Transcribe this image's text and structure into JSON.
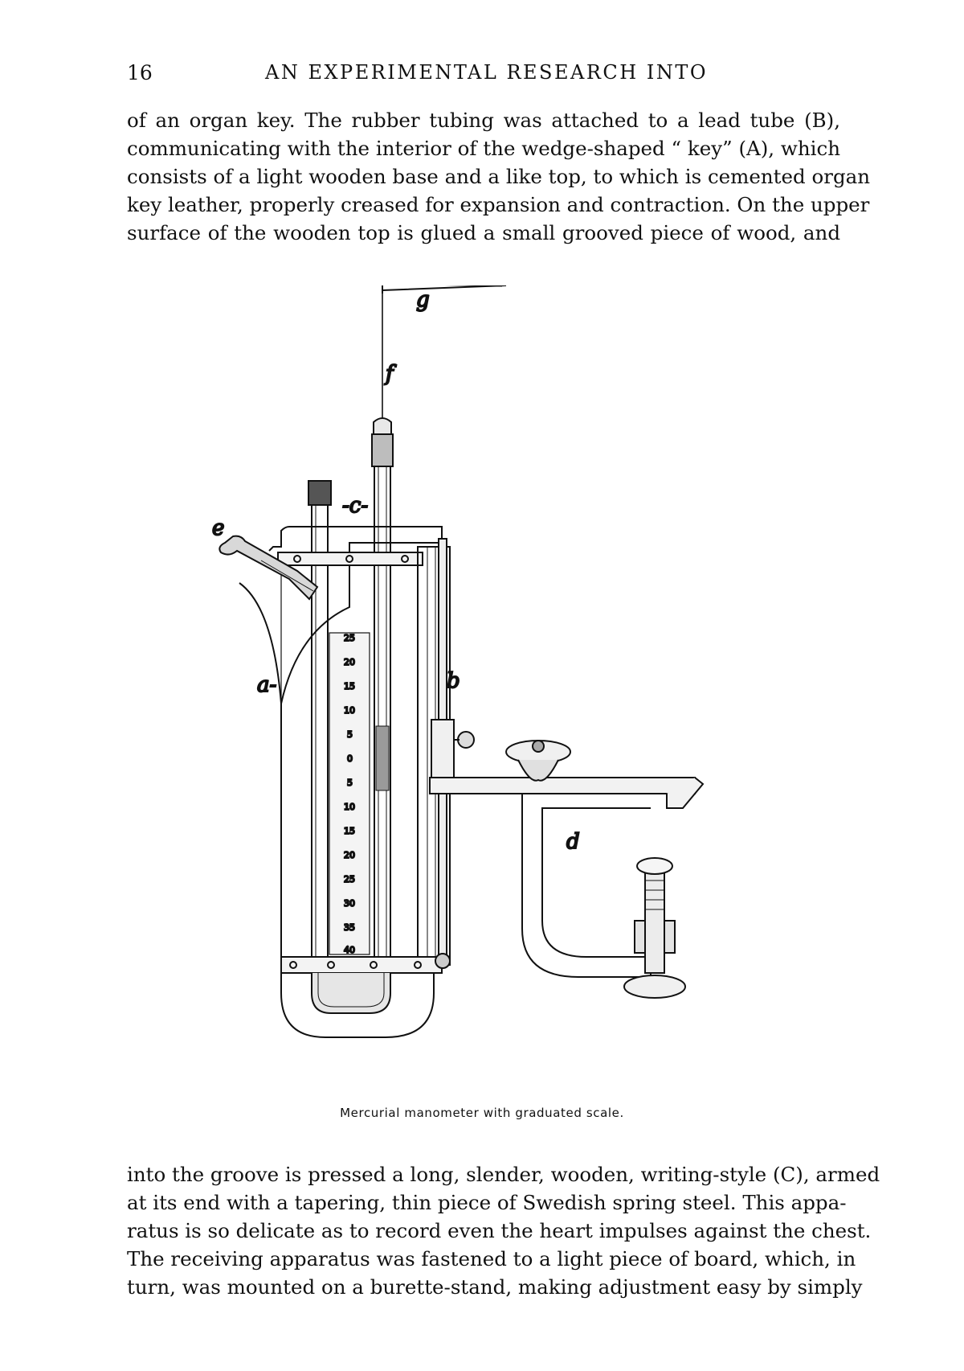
{
  "header": {
    "page_number": "16",
    "running_head": "AN EXPERIMENTAL RESEARCH INTO"
  },
  "paragraph_top": [
    "of an organ key.  The rubber tubing was attached to a lead tube (B),",
    "communicating with the interior of the wedge-shaped “ key” (A), which",
    "consists of a light wooden base and a like top, to which is cemented organ",
    "key leather, properly creased for expansion and contraction.  On the upper",
    "surface of the wooden top is glued a small grooved piece of wood, and"
  ],
  "figure": {
    "labels": {
      "g": "g",
      "f": "f",
      "c": "-c-",
      "e": "e",
      "a": "a-",
      "b": "b",
      "d": "d"
    },
    "scale_marks": [
      "25",
      "20",
      "15",
      "10",
      "5",
      "0",
      "5",
      "10",
      "15",
      "20",
      "25",
      "30",
      "35",
      "40"
    ],
    "caption": "Mercurial manometer with graduated scale."
  },
  "paragraph_bottom": [
    "into the groove is pressed a long, slender, wooden, writing-style (C), armed",
    "at its end with a tapering, thin piece of Swedish spring steel.  This appa-",
    "ratus is so delicate as to record even the heart impulses against the chest.",
    "The receiving apparatus was fastened to a light piece of board, which, in",
    "turn, was mounted on a burette-stand, making adjustment easy by simply"
  ]
}
